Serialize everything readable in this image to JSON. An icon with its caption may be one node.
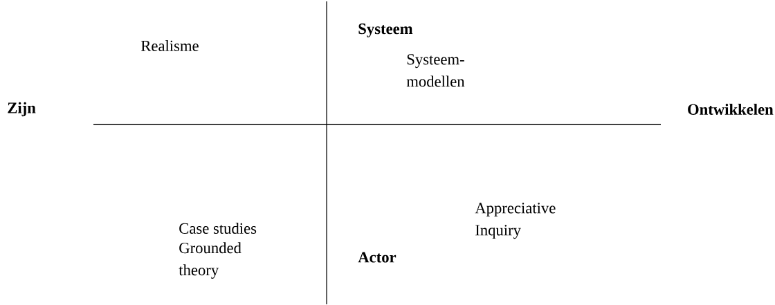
{
  "diagram": {
    "labels": [
      "Systeem",
      "Realisme",
      "Systeem- modellen",
      "Zijn",
      "Ontwikkelen",
      "Appreciative Inquiry",
      "Case studies",
      "Grounded theory",
      "Actor"
    ]
  }
}
